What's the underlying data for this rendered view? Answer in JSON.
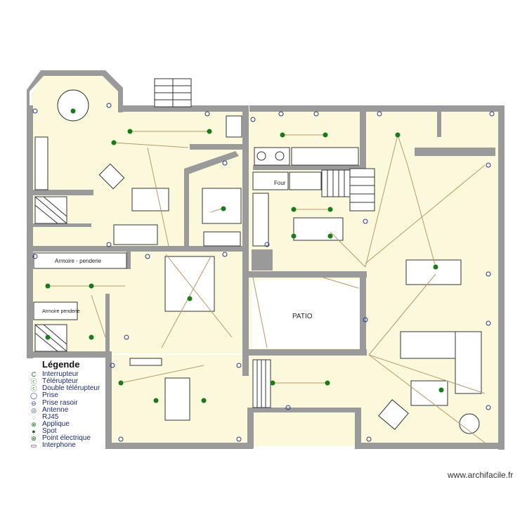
{
  "rooms": {
    "armoire_label": "Armoire - penderie",
    "dressing_label": "Armoire penderie",
    "patio_label": "PATIO",
    "four_label": "Four"
  },
  "legend": {
    "title": "Légende",
    "items": [
      {
        "icon": "interrupteur-icon",
        "label": "Interrupteur"
      },
      {
        "icon": "telerupteur-icon",
        "label": "Télérupteur"
      },
      {
        "icon": "double-telerupteur-icon",
        "label": "Double télérupteur"
      },
      {
        "icon": "prise-icon",
        "label": "Prise"
      },
      {
        "icon": "prise-rasoir-icon",
        "label": "Prise rasoir"
      },
      {
        "icon": "antenne-icon",
        "label": "Antenne"
      },
      {
        "icon": "rj45-icon",
        "label": "RJ45"
      },
      {
        "icon": "applique-icon",
        "label": "Applique"
      },
      {
        "icon": "spot-icon",
        "label": "Spot"
      },
      {
        "icon": "point-electrique-icon",
        "label": "Point électrique"
      },
      {
        "icon": "interphone-icon",
        "label": "Interphone"
      }
    ]
  },
  "colors": {
    "wall": "#9a9a9a",
    "floor": "#fbf8dc",
    "wire": "#b89a6a",
    "symbol": "#1b7a1b",
    "socket": "#2b3a8c"
  },
  "watermark": "www.archifacile.fr"
}
